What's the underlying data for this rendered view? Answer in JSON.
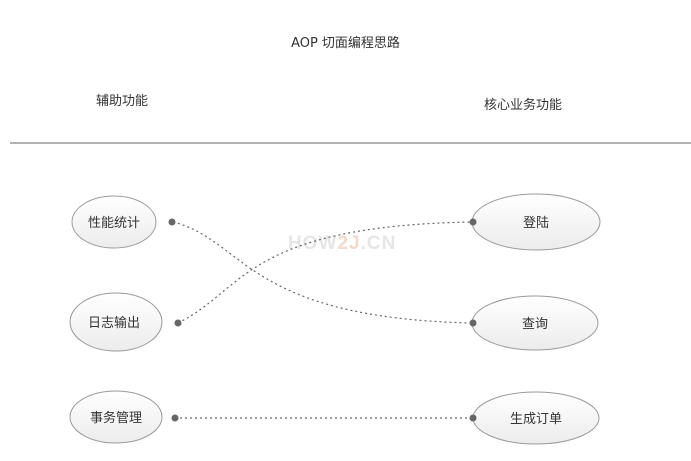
{
  "title": "AOP 切面编程思路",
  "left_heading": "辅助功能",
  "right_heading": "核心业务功能",
  "watermark": {
    "prefix": "HOW",
    "accent": "2J",
    "suffix": ".CN"
  },
  "left_nodes": [
    {
      "label": "性能统计"
    },
    {
      "label": "日志输出"
    },
    {
      "label": "事务管理"
    }
  ],
  "right_nodes": [
    {
      "label": "登陆"
    },
    {
      "label": "查询"
    },
    {
      "label": "生成订单"
    }
  ],
  "colors": {
    "node_fill": "#f3f3f3",
    "node_stroke": "#999999",
    "connector": "#666666",
    "divider": "#666666",
    "watermark": "#e6e6e6",
    "watermark_accent": "#f2d9c9"
  }
}
